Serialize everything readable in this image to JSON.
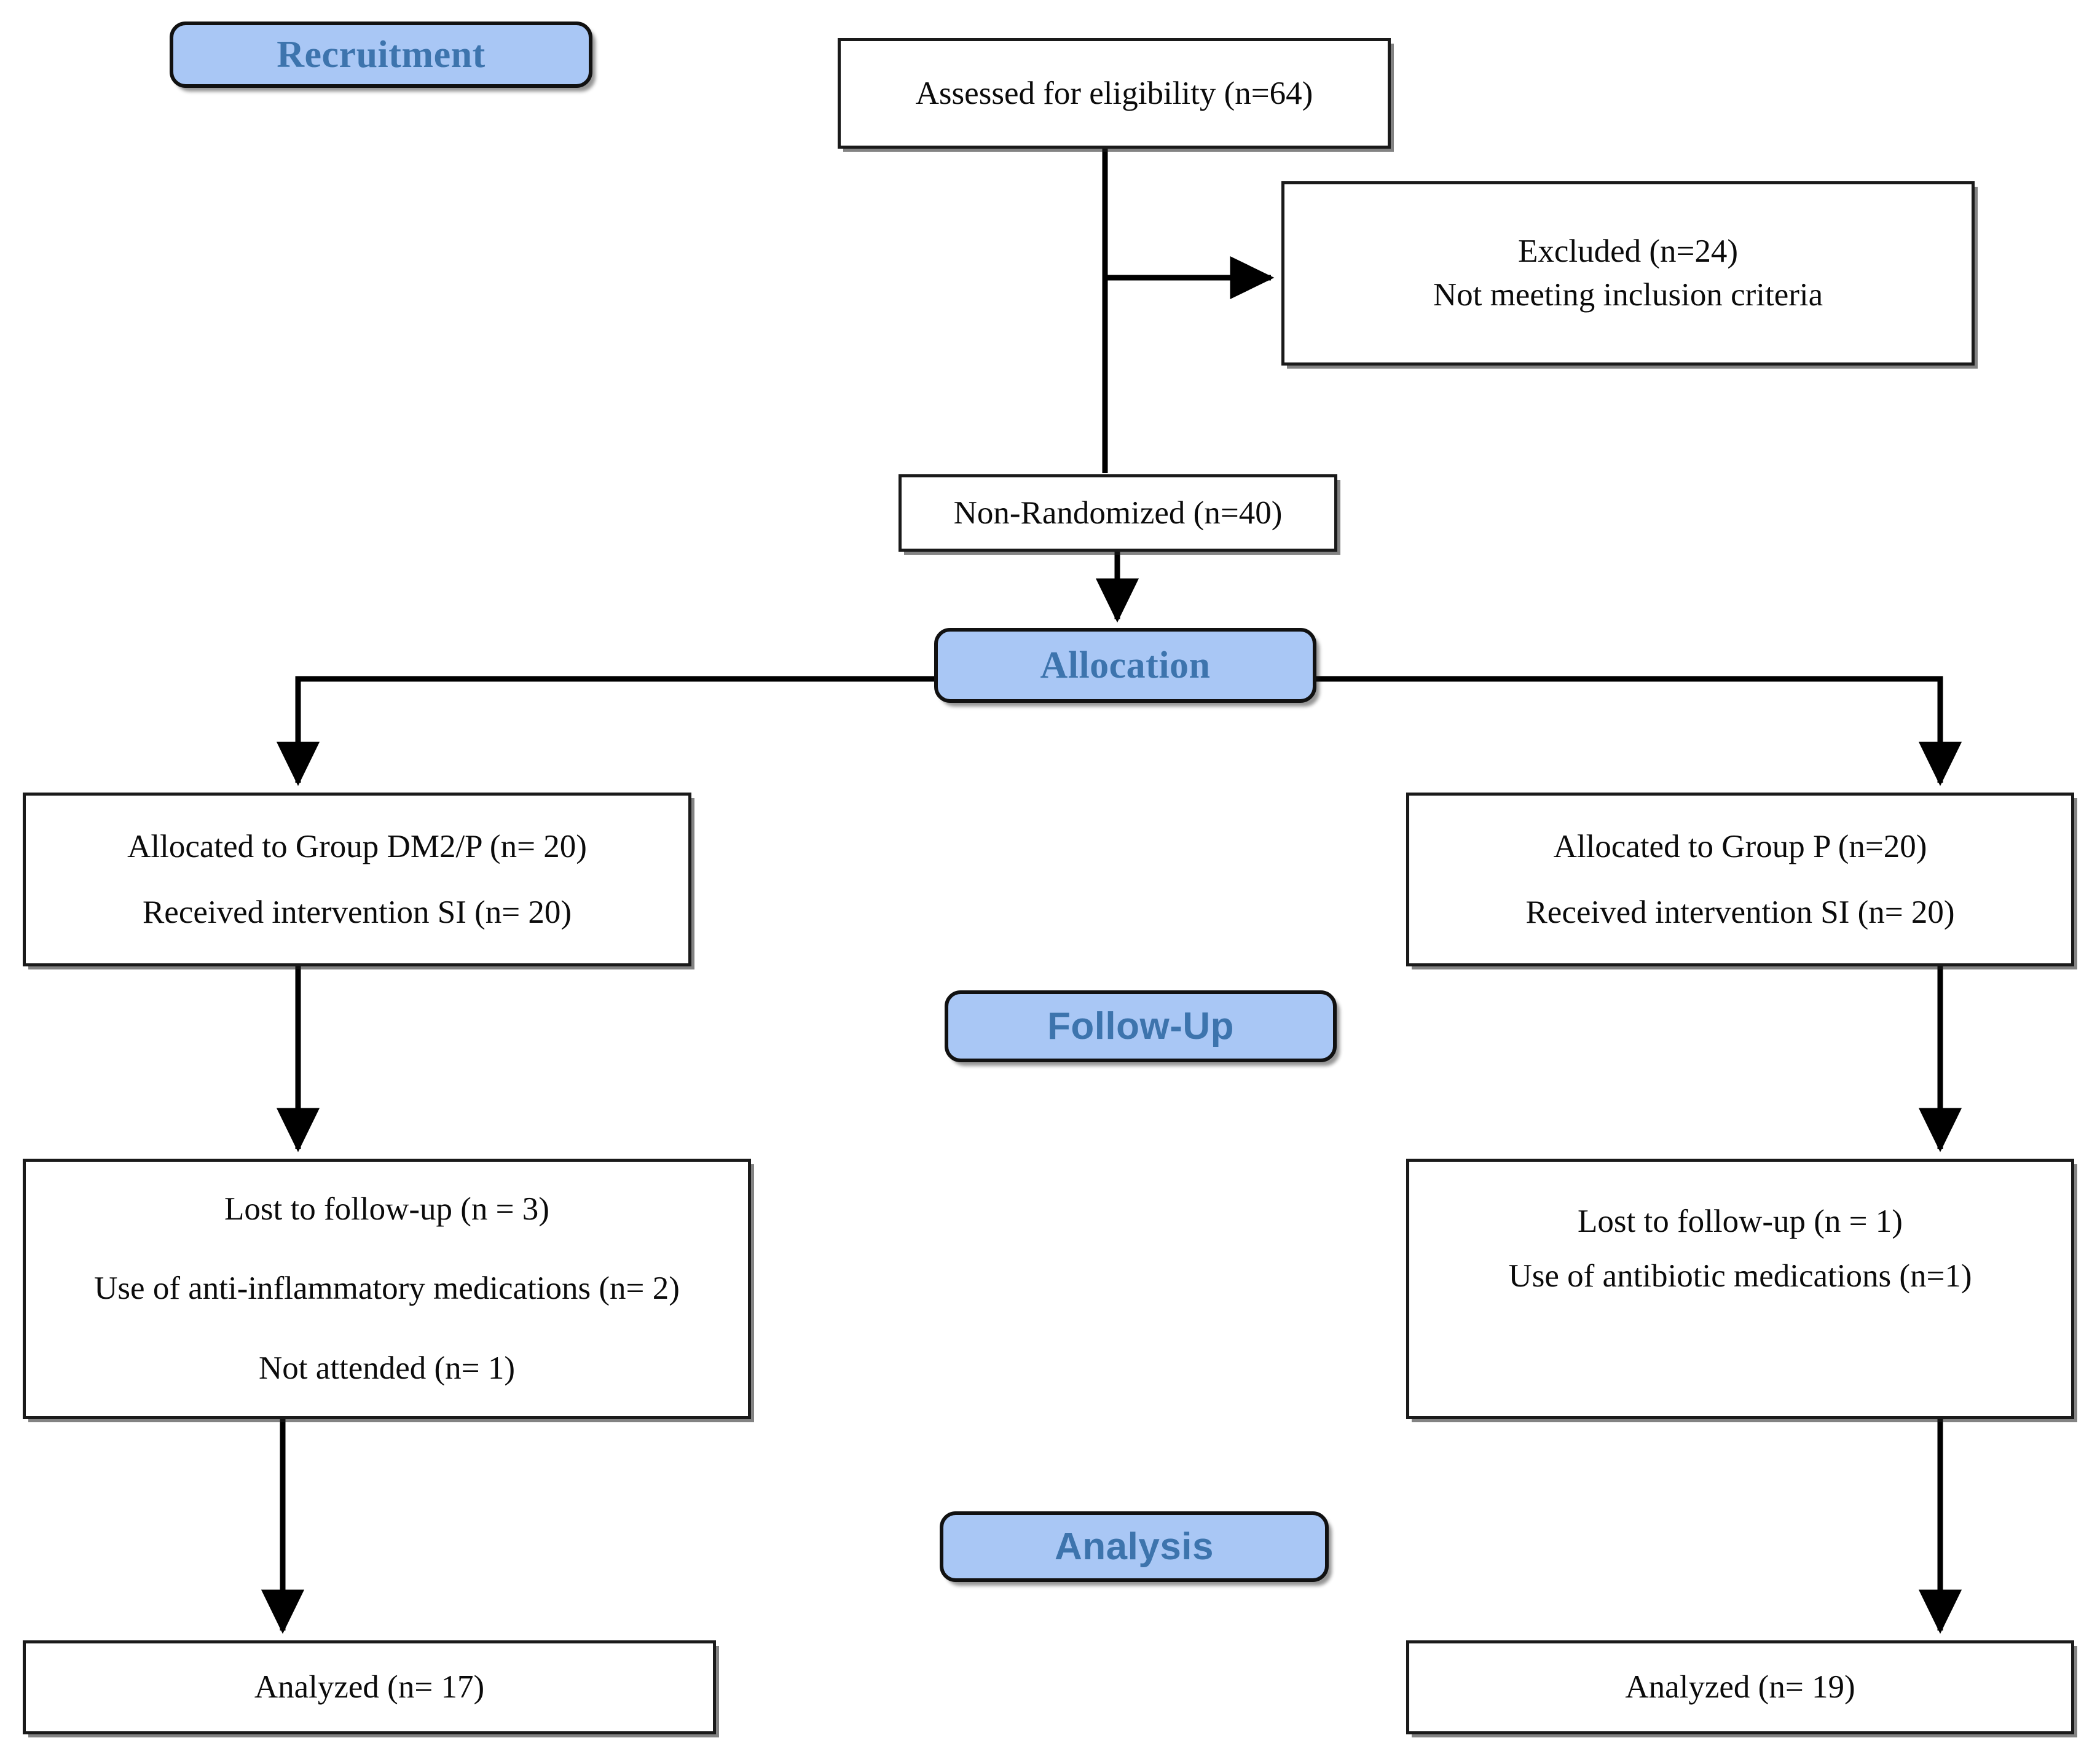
{
  "diagram": {
    "title": "CONSORT participant flow diagram",
    "colors": {
      "stage_fill": "#a9c7f5",
      "stage_text": "#3d74ad",
      "node_border": "#1a1a1a",
      "node_fill": "#ffffff",
      "connector": "#000000"
    }
  },
  "stages": {
    "recruitment": {
      "label": "Recruitment"
    },
    "allocation": {
      "label": "Allocation"
    },
    "followup": {
      "label": "Follow-Up"
    },
    "analysis": {
      "label": "Analysis"
    }
  },
  "nodes": {
    "eligibility": {
      "lines": [
        "Assessed for eligibility (n=64)"
      ]
    },
    "excluded": {
      "lines": [
        "Excluded (n=24)",
        "Not meeting inclusion criteria"
      ]
    },
    "non_randomized": {
      "lines": [
        "Non-Randomized (n=40)"
      ]
    },
    "allocated_left": {
      "lines": [
        "Allocated to Group DM2/P (n= 20)",
        "Received intervention SI (n= 20)"
      ]
    },
    "allocated_right": {
      "lines": [
        "Allocated to Group P (n=20)",
        "Received intervention SI (n= 20)"
      ]
    },
    "followup_left": {
      "lines": [
        "Lost to follow-up (n = 3)",
        "Use of anti-inflammatory medications (n= 2)",
        "Not attended (n= 1)"
      ]
    },
    "followup_right": {
      "lines": [
        "Lost to follow-up (n = 1)",
        "Use of antibiotic medications (n=1)"
      ]
    },
    "analyzed_left": {
      "lines": [
        "Analyzed (n= 17)"
      ]
    },
    "analyzed_right": {
      "lines": [
        "Analyzed (n= 19)"
      ]
    }
  }
}
